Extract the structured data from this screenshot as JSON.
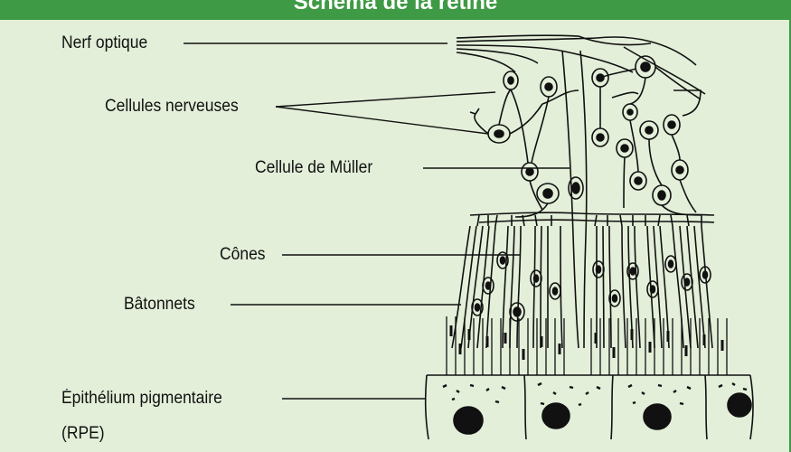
{
  "title": "Schéma de la rétine",
  "labels": {
    "nerf_optique": "Nerf optique",
    "cellules_nerveuses": "Cellules nerveuses",
    "cellule_muller": "Cellule de Müller",
    "cones": "Cônes",
    "batonnets": "Bâtonnets",
    "epithelium": "Épithélium pigmentaire",
    "rpe": "(RPE)"
  },
  "colors": {
    "background": "#e3efd9",
    "title_bar": "#3e9a44",
    "ink": "#111111"
  }
}
